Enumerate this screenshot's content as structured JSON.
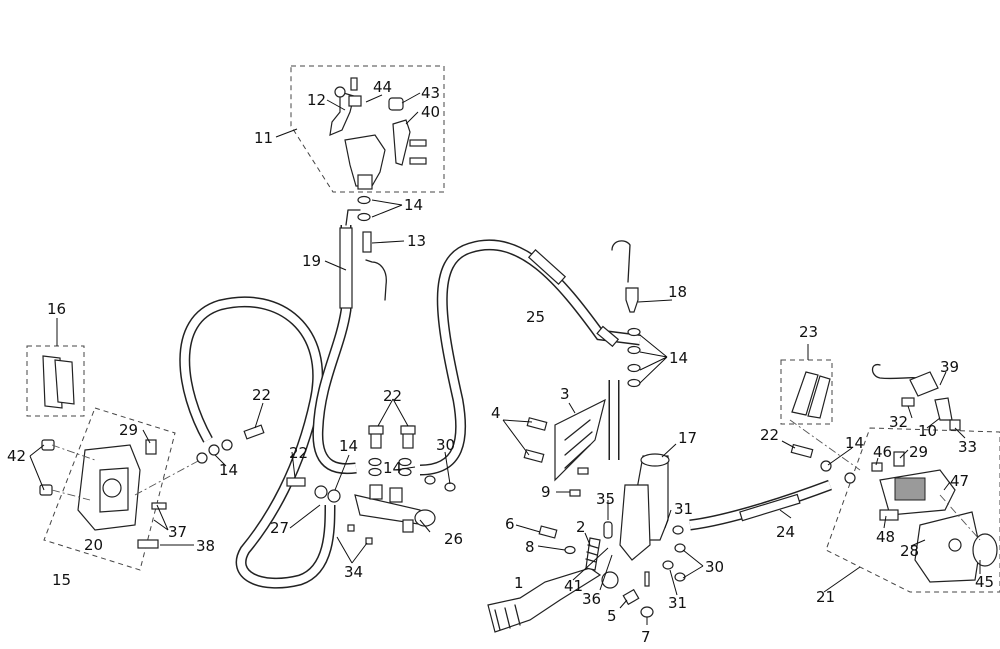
{
  "callouts": [
    {
      "id": "c1",
      "text": "1"
    },
    {
      "id": "c2",
      "text": "2"
    },
    {
      "id": "c3",
      "text": "3"
    },
    {
      "id": "c4",
      "text": "4"
    },
    {
      "id": "c5",
      "text": "5"
    },
    {
      "id": "c6",
      "text": "6"
    },
    {
      "id": "c7",
      "text": "7"
    },
    {
      "id": "c8",
      "text": "8"
    },
    {
      "id": "c9",
      "text": "9"
    },
    {
      "id": "c10",
      "text": "10"
    },
    {
      "id": "c11",
      "text": "11"
    },
    {
      "id": "c12",
      "text": "12"
    },
    {
      "id": "c13",
      "text": "13"
    },
    {
      "id": "c14a",
      "text": "14"
    },
    {
      "id": "c14b",
      "text": "14"
    },
    {
      "id": "c14c",
      "text": "14"
    },
    {
      "id": "c14d",
      "text": "14"
    },
    {
      "id": "c14e",
      "text": "14"
    },
    {
      "id": "c14f",
      "text": "14"
    },
    {
      "id": "c15",
      "text": "15"
    },
    {
      "id": "c16",
      "text": "16"
    },
    {
      "id": "c17",
      "text": "17"
    },
    {
      "id": "c18",
      "text": "18"
    },
    {
      "id": "c19",
      "text": "19"
    },
    {
      "id": "c20",
      "text": "20"
    },
    {
      "id": "c21",
      "text": "21"
    },
    {
      "id": "c22a",
      "text": "22"
    },
    {
      "id": "c22b",
      "text": "22"
    },
    {
      "id": "c22c",
      "text": "22"
    },
    {
      "id": "c22d",
      "text": "22"
    },
    {
      "id": "c23",
      "text": "23"
    },
    {
      "id": "c24",
      "text": "24"
    },
    {
      "id": "c25",
      "text": "25"
    },
    {
      "id": "c26",
      "text": "26"
    },
    {
      "id": "c27",
      "text": "27"
    },
    {
      "id": "c28",
      "text": "28"
    },
    {
      "id": "c29a",
      "text": "29"
    },
    {
      "id": "c29b",
      "text": "29"
    },
    {
      "id": "c30a",
      "text": "30"
    },
    {
      "id": "c30b",
      "text": "30"
    },
    {
      "id": "c31a",
      "text": "31"
    },
    {
      "id": "c31b",
      "text": "31"
    },
    {
      "id": "c32",
      "text": "32"
    },
    {
      "id": "c33",
      "text": "33"
    },
    {
      "id": "c34",
      "text": "34"
    },
    {
      "id": "c35",
      "text": "35"
    },
    {
      "id": "c36",
      "text": "36"
    },
    {
      "id": "c37",
      "text": "37"
    },
    {
      "id": "c38",
      "text": "38"
    },
    {
      "id": "c39",
      "text": "39"
    },
    {
      "id": "c40",
      "text": "40"
    },
    {
      "id": "c41",
      "text": "41"
    },
    {
      "id": "c42",
      "text": "42"
    },
    {
      "id": "c43",
      "text": "43"
    },
    {
      "id": "c44",
      "text": "44"
    },
    {
      "id": "c45",
      "text": "45"
    },
    {
      "id": "c46",
      "text": "46"
    },
    {
      "id": "c47",
      "text": "47"
    },
    {
      "id": "c48",
      "text": "48"
    }
  ]
}
